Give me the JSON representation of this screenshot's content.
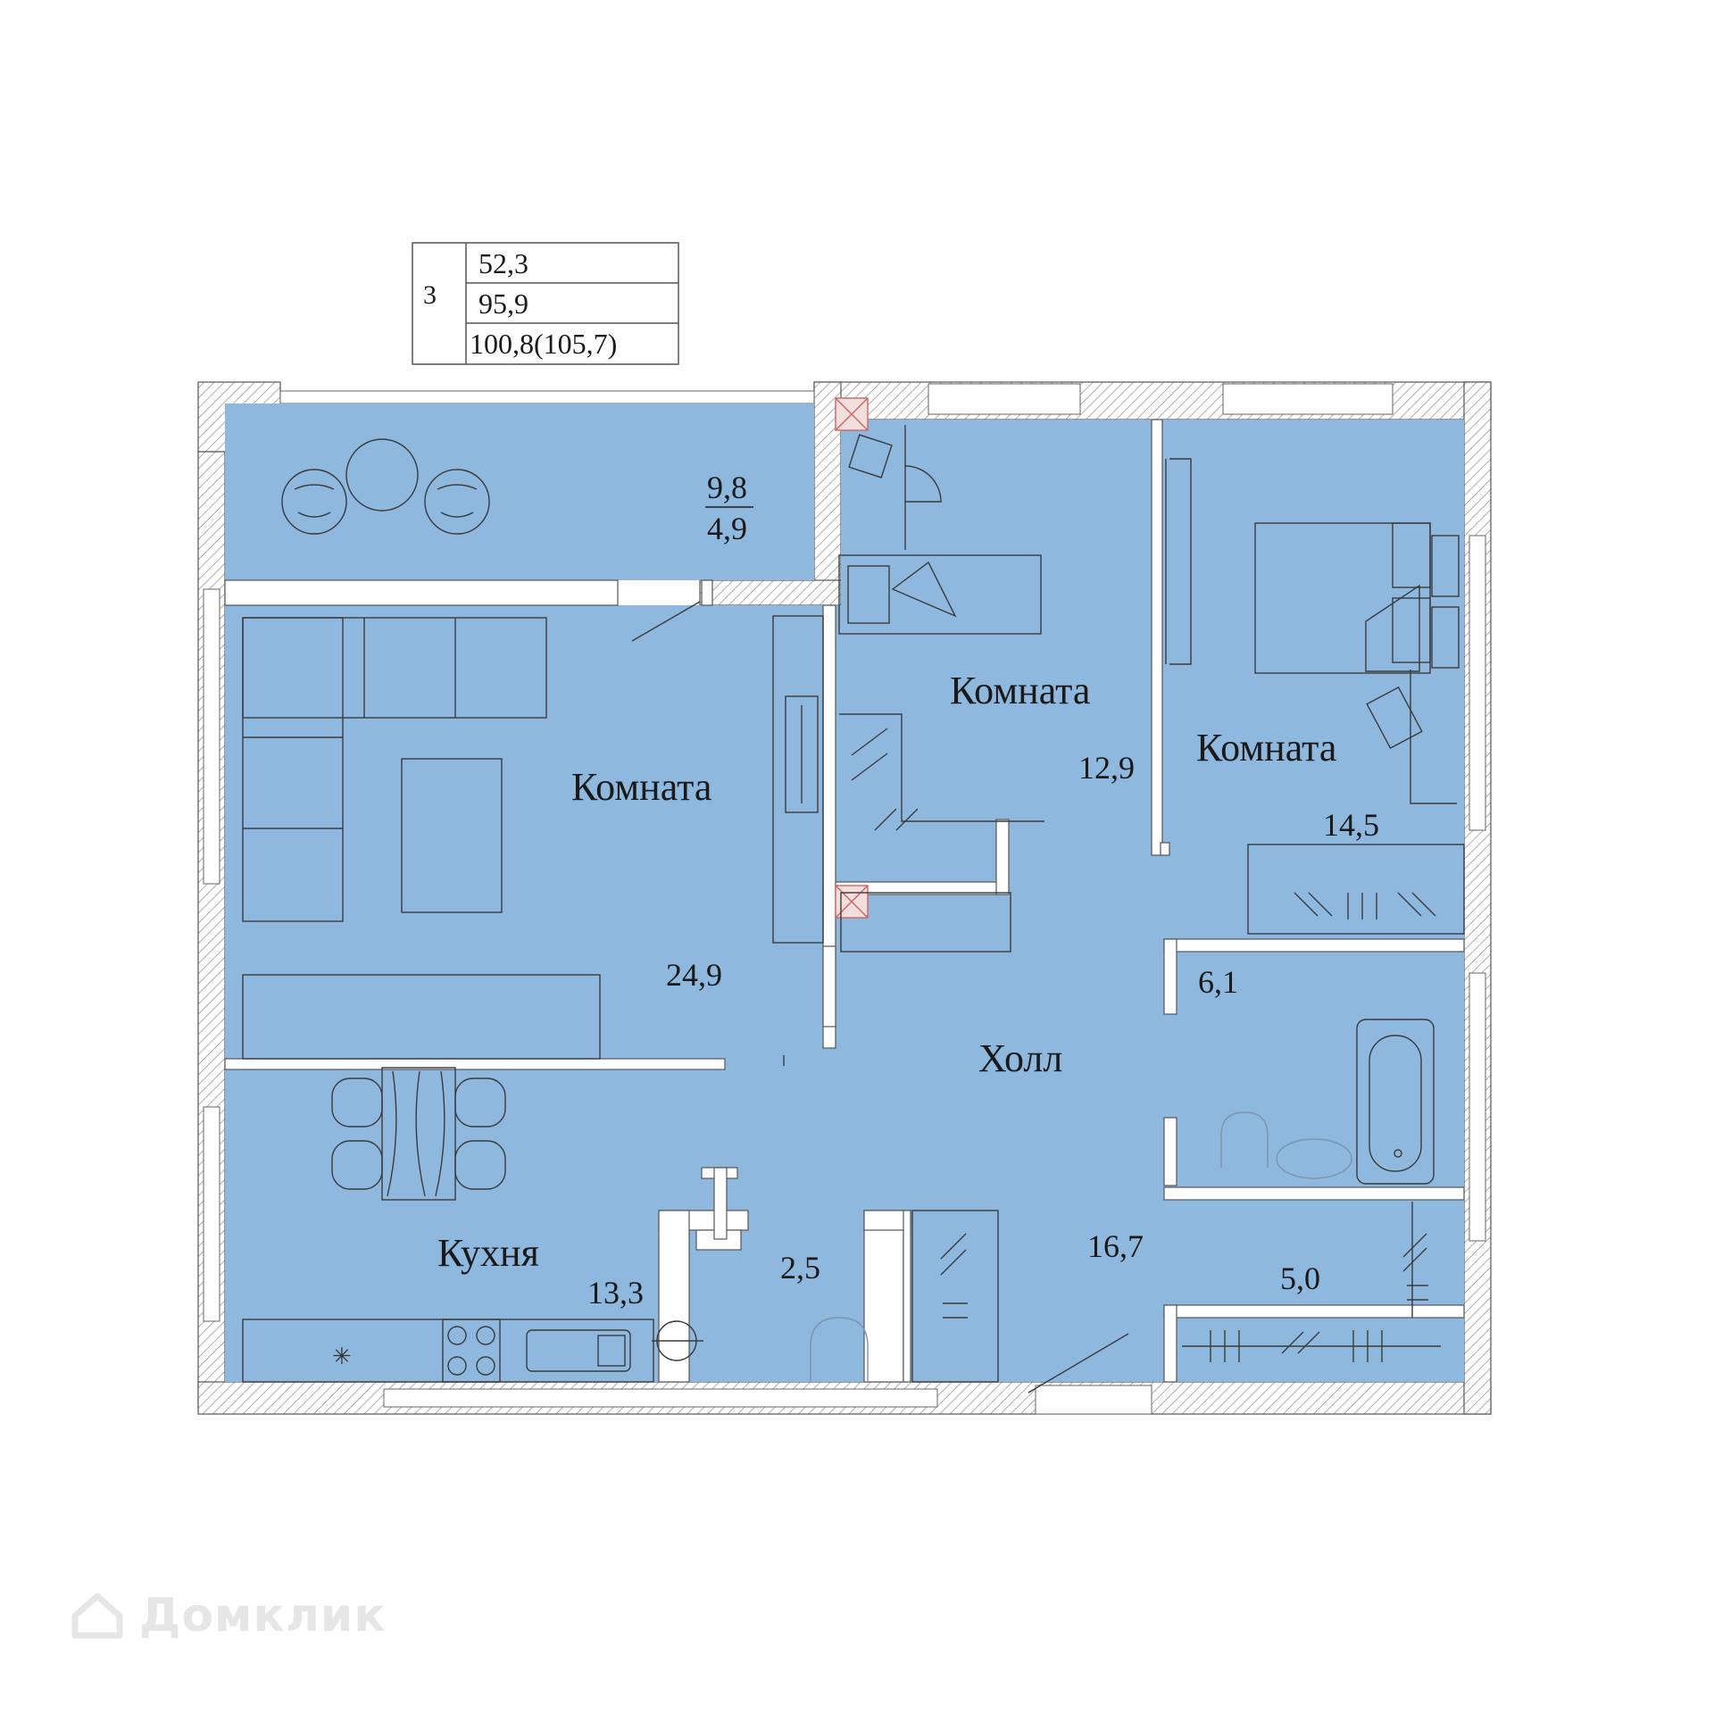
{
  "info_table": {
    "rooms_count": "3",
    "living_area": "52,3",
    "total_area": "95,9",
    "total_with_balcony": "100,8(105,7)"
  },
  "rooms": [
    {
      "id": "balcony",
      "label": "",
      "area": "9,8",
      "area2": "4,9"
    },
    {
      "id": "living-room",
      "label": "Комната",
      "area": "24,9"
    },
    {
      "id": "bedroom-1",
      "label": "Комната",
      "area": "12,9"
    },
    {
      "id": "bedroom-2",
      "label": "Комната",
      "area": "14,5"
    },
    {
      "id": "hall",
      "label": "Холл",
      "area": "16,7"
    },
    {
      "id": "bathroom",
      "label": "",
      "area": "6,1"
    },
    {
      "id": "storage",
      "label": "",
      "area": "5,0"
    },
    {
      "id": "kitchen",
      "label": "Кухня",
      "area": "13,3"
    },
    {
      "id": "wc",
      "label": "",
      "area": "2,5"
    }
  ],
  "watermark": "Домклик",
  "colors": {
    "floor": "#8fb8df",
    "wall": "#ffffff",
    "line": "#444444",
    "hatch": "#9a9a9a"
  }
}
